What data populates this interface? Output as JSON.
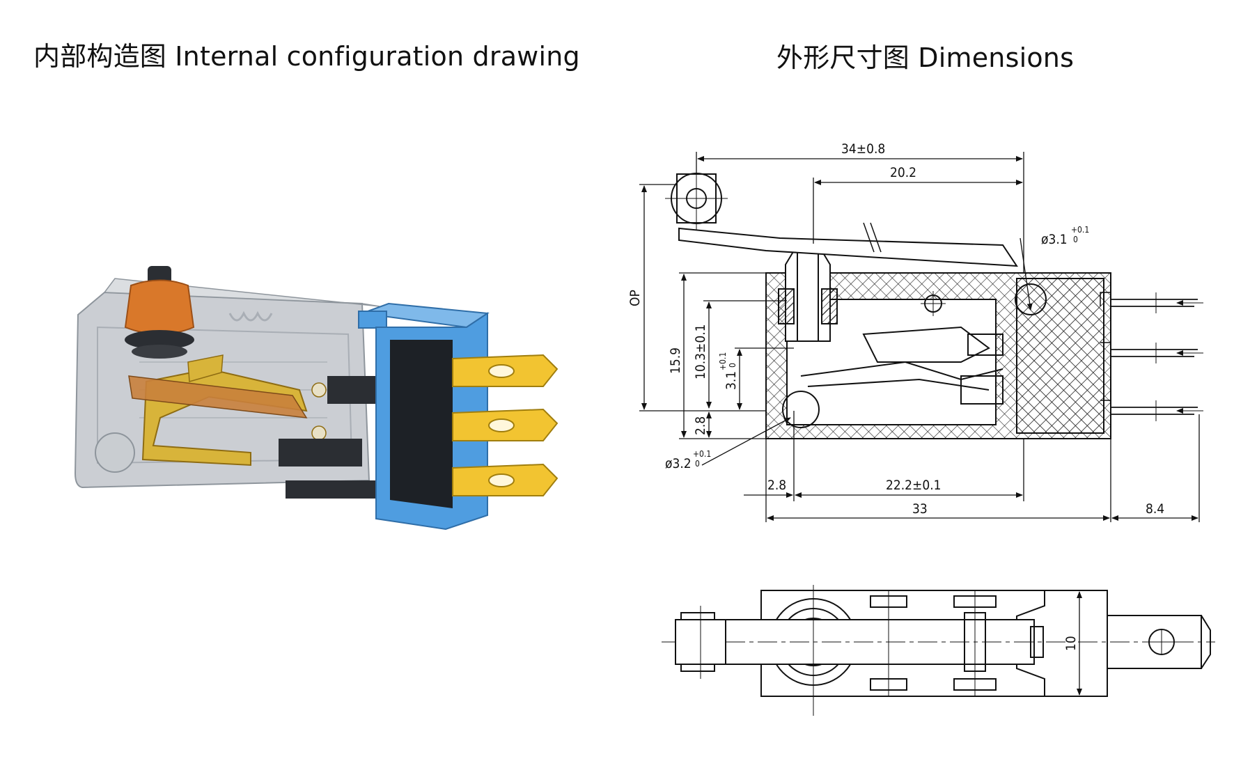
{
  "titles": {
    "left": "内部构造图 Internal configuration drawing",
    "right": "外形尺寸图 Dimensions"
  },
  "dimensions": {
    "overall_length": "34±0.8",
    "actuator_pivot": "20.2",
    "hole_top": "ø3.1",
    "hole_top_tol_plus": "+0.1",
    "hole_top_tol_minus": "0",
    "op": "OP",
    "height": "15.9",
    "mount_height": "10.3±0.1",
    "hole_offset": "3.1",
    "hole_offset_tol_plus": "+0.1",
    "hole_offset_tol_minus": "0",
    "base_offset": "2.8",
    "hole_bottom": "ø3.2",
    "hole_bottom_tol_plus": "+0.1",
    "hole_bottom_tol_minus": "0",
    "left_offset": "2.8",
    "hole_spacing": "22.2±0.1",
    "body_length": "33",
    "terminal_length": "8.4",
    "width": "10"
  },
  "colors": {
    "housing": "#b9bec4",
    "housing_edge": "#8e959c",
    "plunger": "#d9782a",
    "spring_brass": "#d8b43a",
    "contact_copper": "#c9813c",
    "terminal": "#f2c431",
    "terminal_block": "#4f9de0",
    "dark_insert": "#2b2e33",
    "line": "#111111"
  }
}
